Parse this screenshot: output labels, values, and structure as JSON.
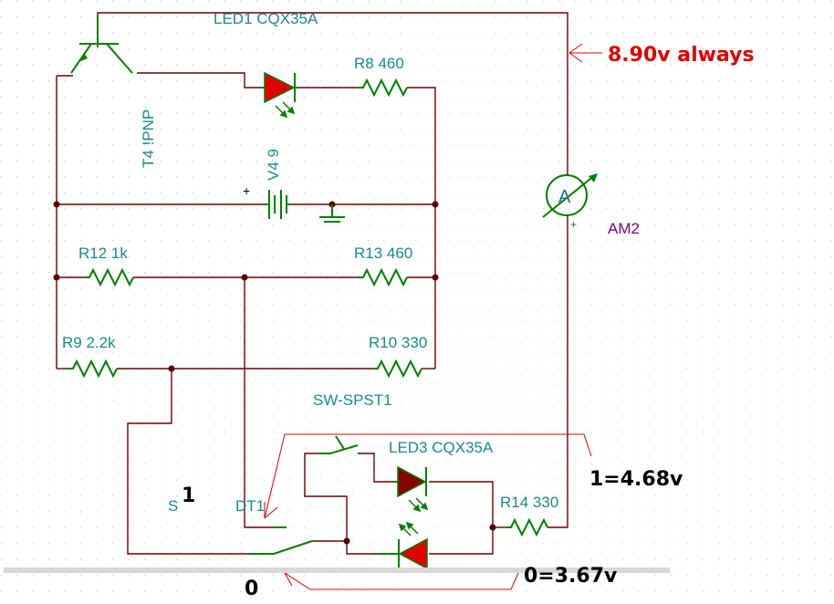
{
  "labels": {
    "led1": "LED1 CQX35A",
    "r8": "R8 460",
    "transistor": "T4 !PNP",
    "battery": "V4 9",
    "ammeter_symbol": "A",
    "ammeter": "AM2",
    "r12": "R12 1k",
    "r13": "R13 460",
    "r9": "R9 2.2k",
    "r10": "R10 330",
    "switch": "SW-SPST1",
    "led3": "LED3 CQX35A",
    "r14": "R14 330",
    "switch2_left": "S",
    "switch2_right": "DT1",
    "plus_batt": "+",
    "plus_meter": "+"
  },
  "annotations": {
    "always": "8.90v always",
    "state1_marker": "1",
    "state1": "1=4.68v",
    "state0_marker": "0",
    "state0": "0=3.67v"
  },
  "colors": {
    "wire": "#6b0000",
    "component": "#008000",
    "label": "#1a8a8a",
    "annotation": "#e00000",
    "led_on": "#e00000",
    "led_off": "#8b0000",
    "ammeter_label": "#800080"
  }
}
